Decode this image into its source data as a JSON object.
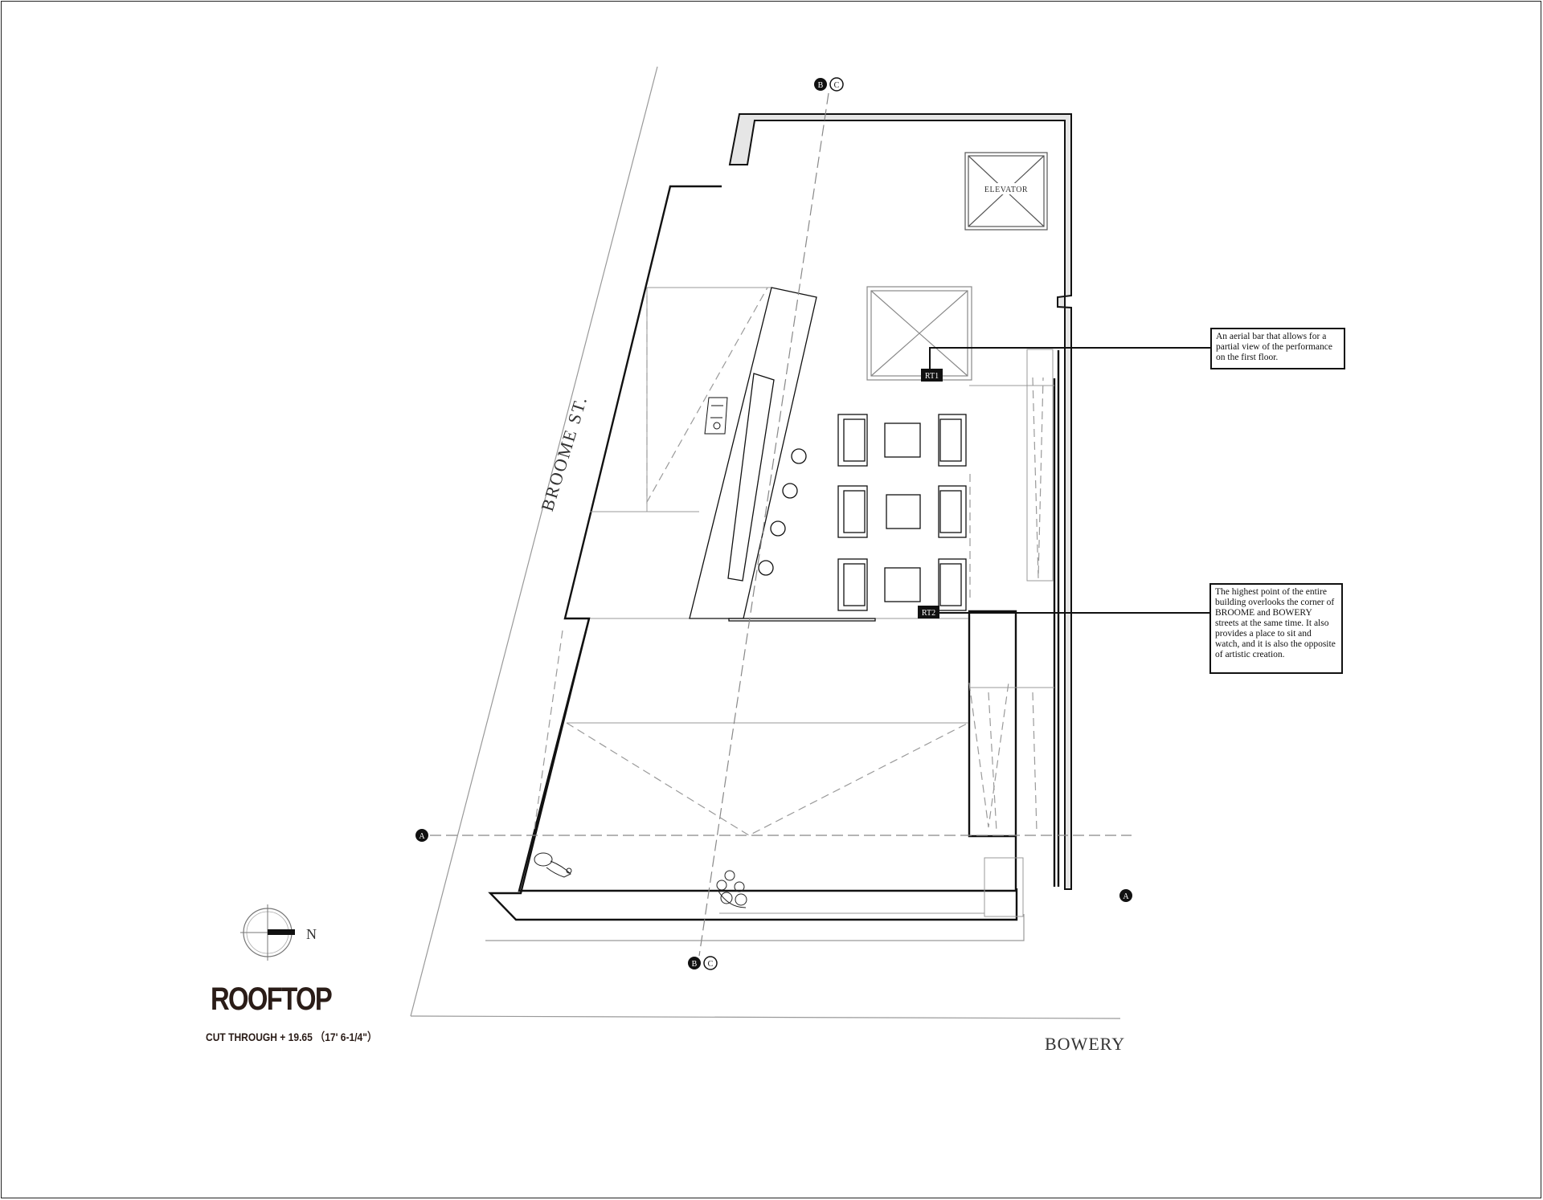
{
  "drawing": {
    "title": "ROOFTOP",
    "subtitle": "CUT THROUGH + 19.65  （17' 6-1/4\"）"
  },
  "streets": {
    "broome": "BROOME ST.",
    "bowery": "BOWERY"
  },
  "rooms": {
    "elevator": "ELEVATOR"
  },
  "section_markers": {
    "a": "A",
    "b": "B",
    "c": "C"
  },
  "tags": {
    "rt1": "RT1",
    "rt2": "RT2"
  },
  "notes": {
    "rt1": "An aerial bar that allows for a partial view of the performance on the first floor.",
    "rt2": "The highest point of the entire building overlooks the corner of BROOME and BOWERY streets at the same time. It also provides a place to sit and watch, and it is also the opposite of artistic creation."
  },
  "compass": {
    "label": "N"
  },
  "colors": {
    "line": "#111111",
    "thin_line": "#888888",
    "dashed": "#9a9a9a",
    "title": "#2a1c17",
    "wall_fill": "#e6e6e6"
  }
}
